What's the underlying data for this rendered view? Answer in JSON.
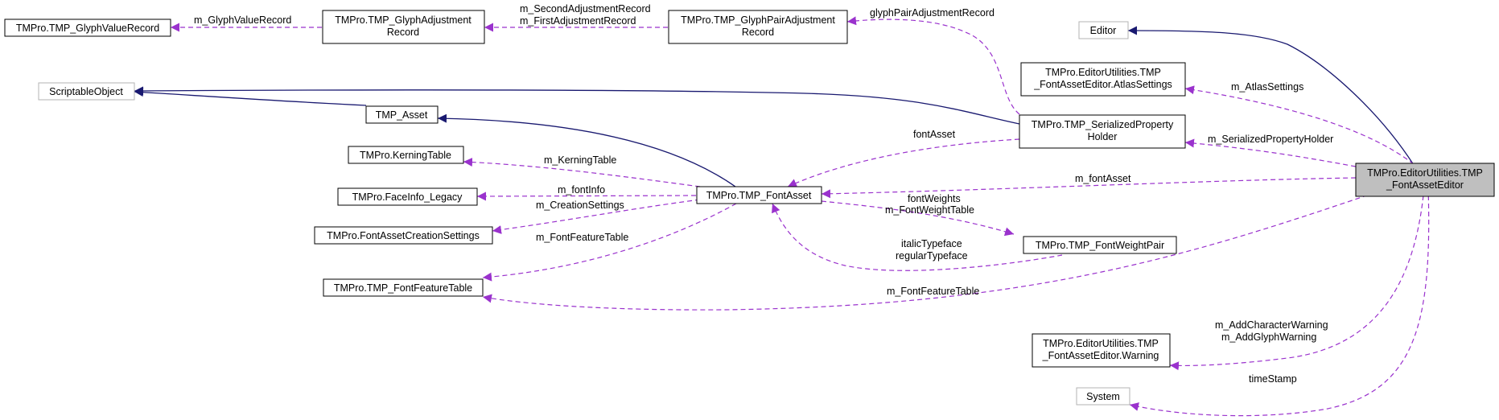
{
  "nodes": {
    "glyph_value_record": [
      "TMPro.TMP_GlyphValueRecord"
    ],
    "glyph_adjustment_record": [
      "TMPro.TMP_GlyphAdjustment",
      "Record"
    ],
    "glyph_pair_adjustment_record": [
      "TMPro.TMP_GlyphPairAdjustment",
      "Record"
    ],
    "editor": [
      "Editor"
    ],
    "scriptable_object": [
      "ScriptableObject"
    ],
    "atlas_settings": [
      "TMPro.EditorUtilities.TMP",
      "_FontAssetEditor.AtlasSettings"
    ],
    "tmp_asset": [
      "TMP_Asset"
    ],
    "serialized_property_holder": [
      "TMPro.TMP_SerializedProperty",
      "Holder"
    ],
    "kerning_table": [
      "TMPro.KerningTable"
    ],
    "faceinfo_legacy": [
      "TMPro.FaceInfo_Legacy"
    ],
    "font_asset": [
      "TMPro.TMP_FontAsset"
    ],
    "font_asset_editor": [
      "TMPro.EditorUtilities.TMP",
      "_FontAssetEditor"
    ],
    "creation_settings": [
      "TMPro.FontAssetCreationSettings"
    ],
    "font_weight_pair": [
      "TMPro.TMP_FontWeightPair"
    ],
    "font_feature_table": [
      "TMPro.TMP_FontFeatureTable"
    ],
    "warning": [
      "TMPro.EditorUtilities.TMP",
      "_FontAssetEditor.Warning"
    ],
    "system": [
      "System"
    ]
  },
  "edges": {
    "m_glyph_value_record": [
      "m_GlyphValueRecord"
    ],
    "adjustment_records": [
      "m_SecondAdjustmentRecord",
      "m_FirstAdjustmentRecord"
    ],
    "glyph_pair_adjustment_record": [
      "glyphPairAdjustmentRecord"
    ],
    "m_atlas_settings": [
      "m_AtlasSettings"
    ],
    "font_asset_ref": [
      "fontAsset"
    ],
    "m_serialized_property_holder": [
      "m_SerializedPropertyHolder"
    ],
    "m_kerning_table": [
      "m_KerningTable"
    ],
    "m_font_info": [
      "m_fontInfo"
    ],
    "m_font_asset": [
      "m_fontAsset"
    ],
    "m_creation_settings": [
      "m_CreationSettings"
    ],
    "font_weights": [
      "fontWeights",
      "m_FontWeightTable"
    ],
    "m_font_feature_table_inner": [
      "m_FontFeatureTable"
    ],
    "typefaces": [
      "italicTypeface",
      "regularTypeface"
    ],
    "m_font_feature_table_outer": [
      "m_FontFeatureTable"
    ],
    "warnings": [
      "m_AddCharacterWarning",
      "m_AddGlyphWarning"
    ],
    "time_stamp": [
      "timeStamp"
    ]
  },
  "colors": {
    "inheritance": "#191970",
    "usage": "#9a32cd",
    "highlight_fill": "#bfbfbf",
    "external_border": "#b3b3b3"
  }
}
